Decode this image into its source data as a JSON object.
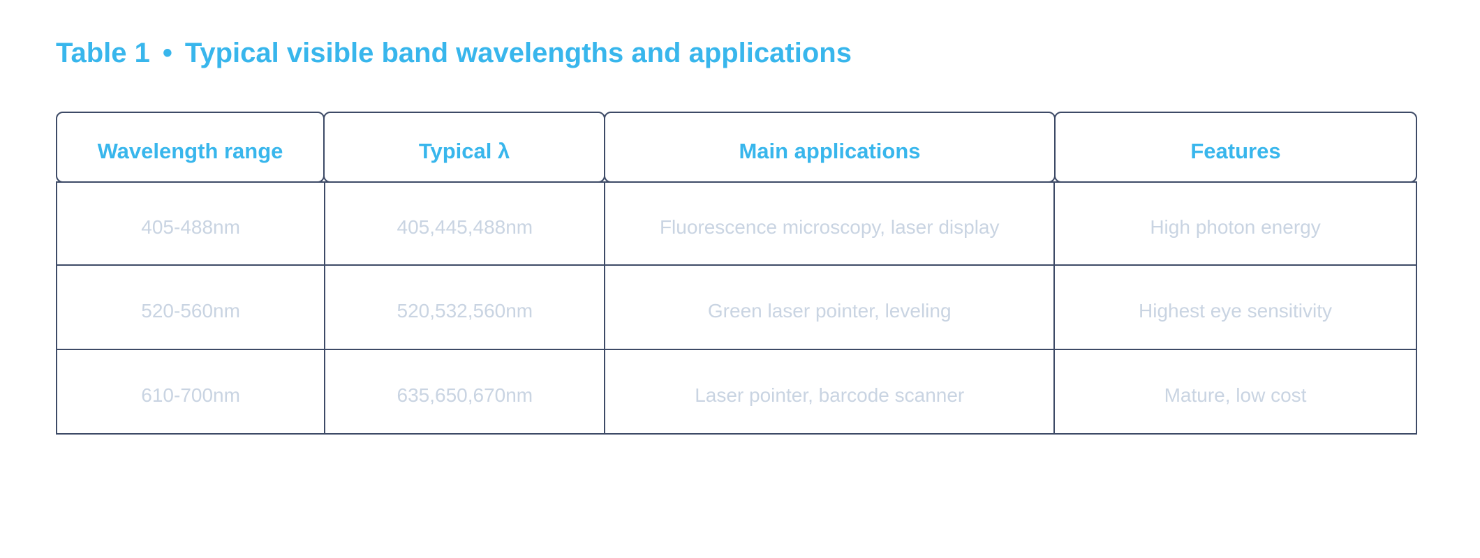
{
  "title": {
    "label": "Table 1",
    "separator": "•",
    "text": "Typical visible band wavelengths and applications"
  },
  "table": {
    "headers": [
      "Wavelength range",
      "Typical λ",
      "Main applications",
      "Features"
    ],
    "rows": [
      [
        "405-488nm",
        "405,445,488nm",
        "Fluorescence microscopy, laser display",
        "High photon energy"
      ],
      [
        "520-560nm",
        "520,532,560nm",
        "Green laser pointer, leveling",
        "Highest eye sensitivity"
      ],
      [
        "610-700nm",
        "635,650,670nm",
        "Laser pointer, barcode scanner",
        "Mature, low cost"
      ]
    ]
  }
}
